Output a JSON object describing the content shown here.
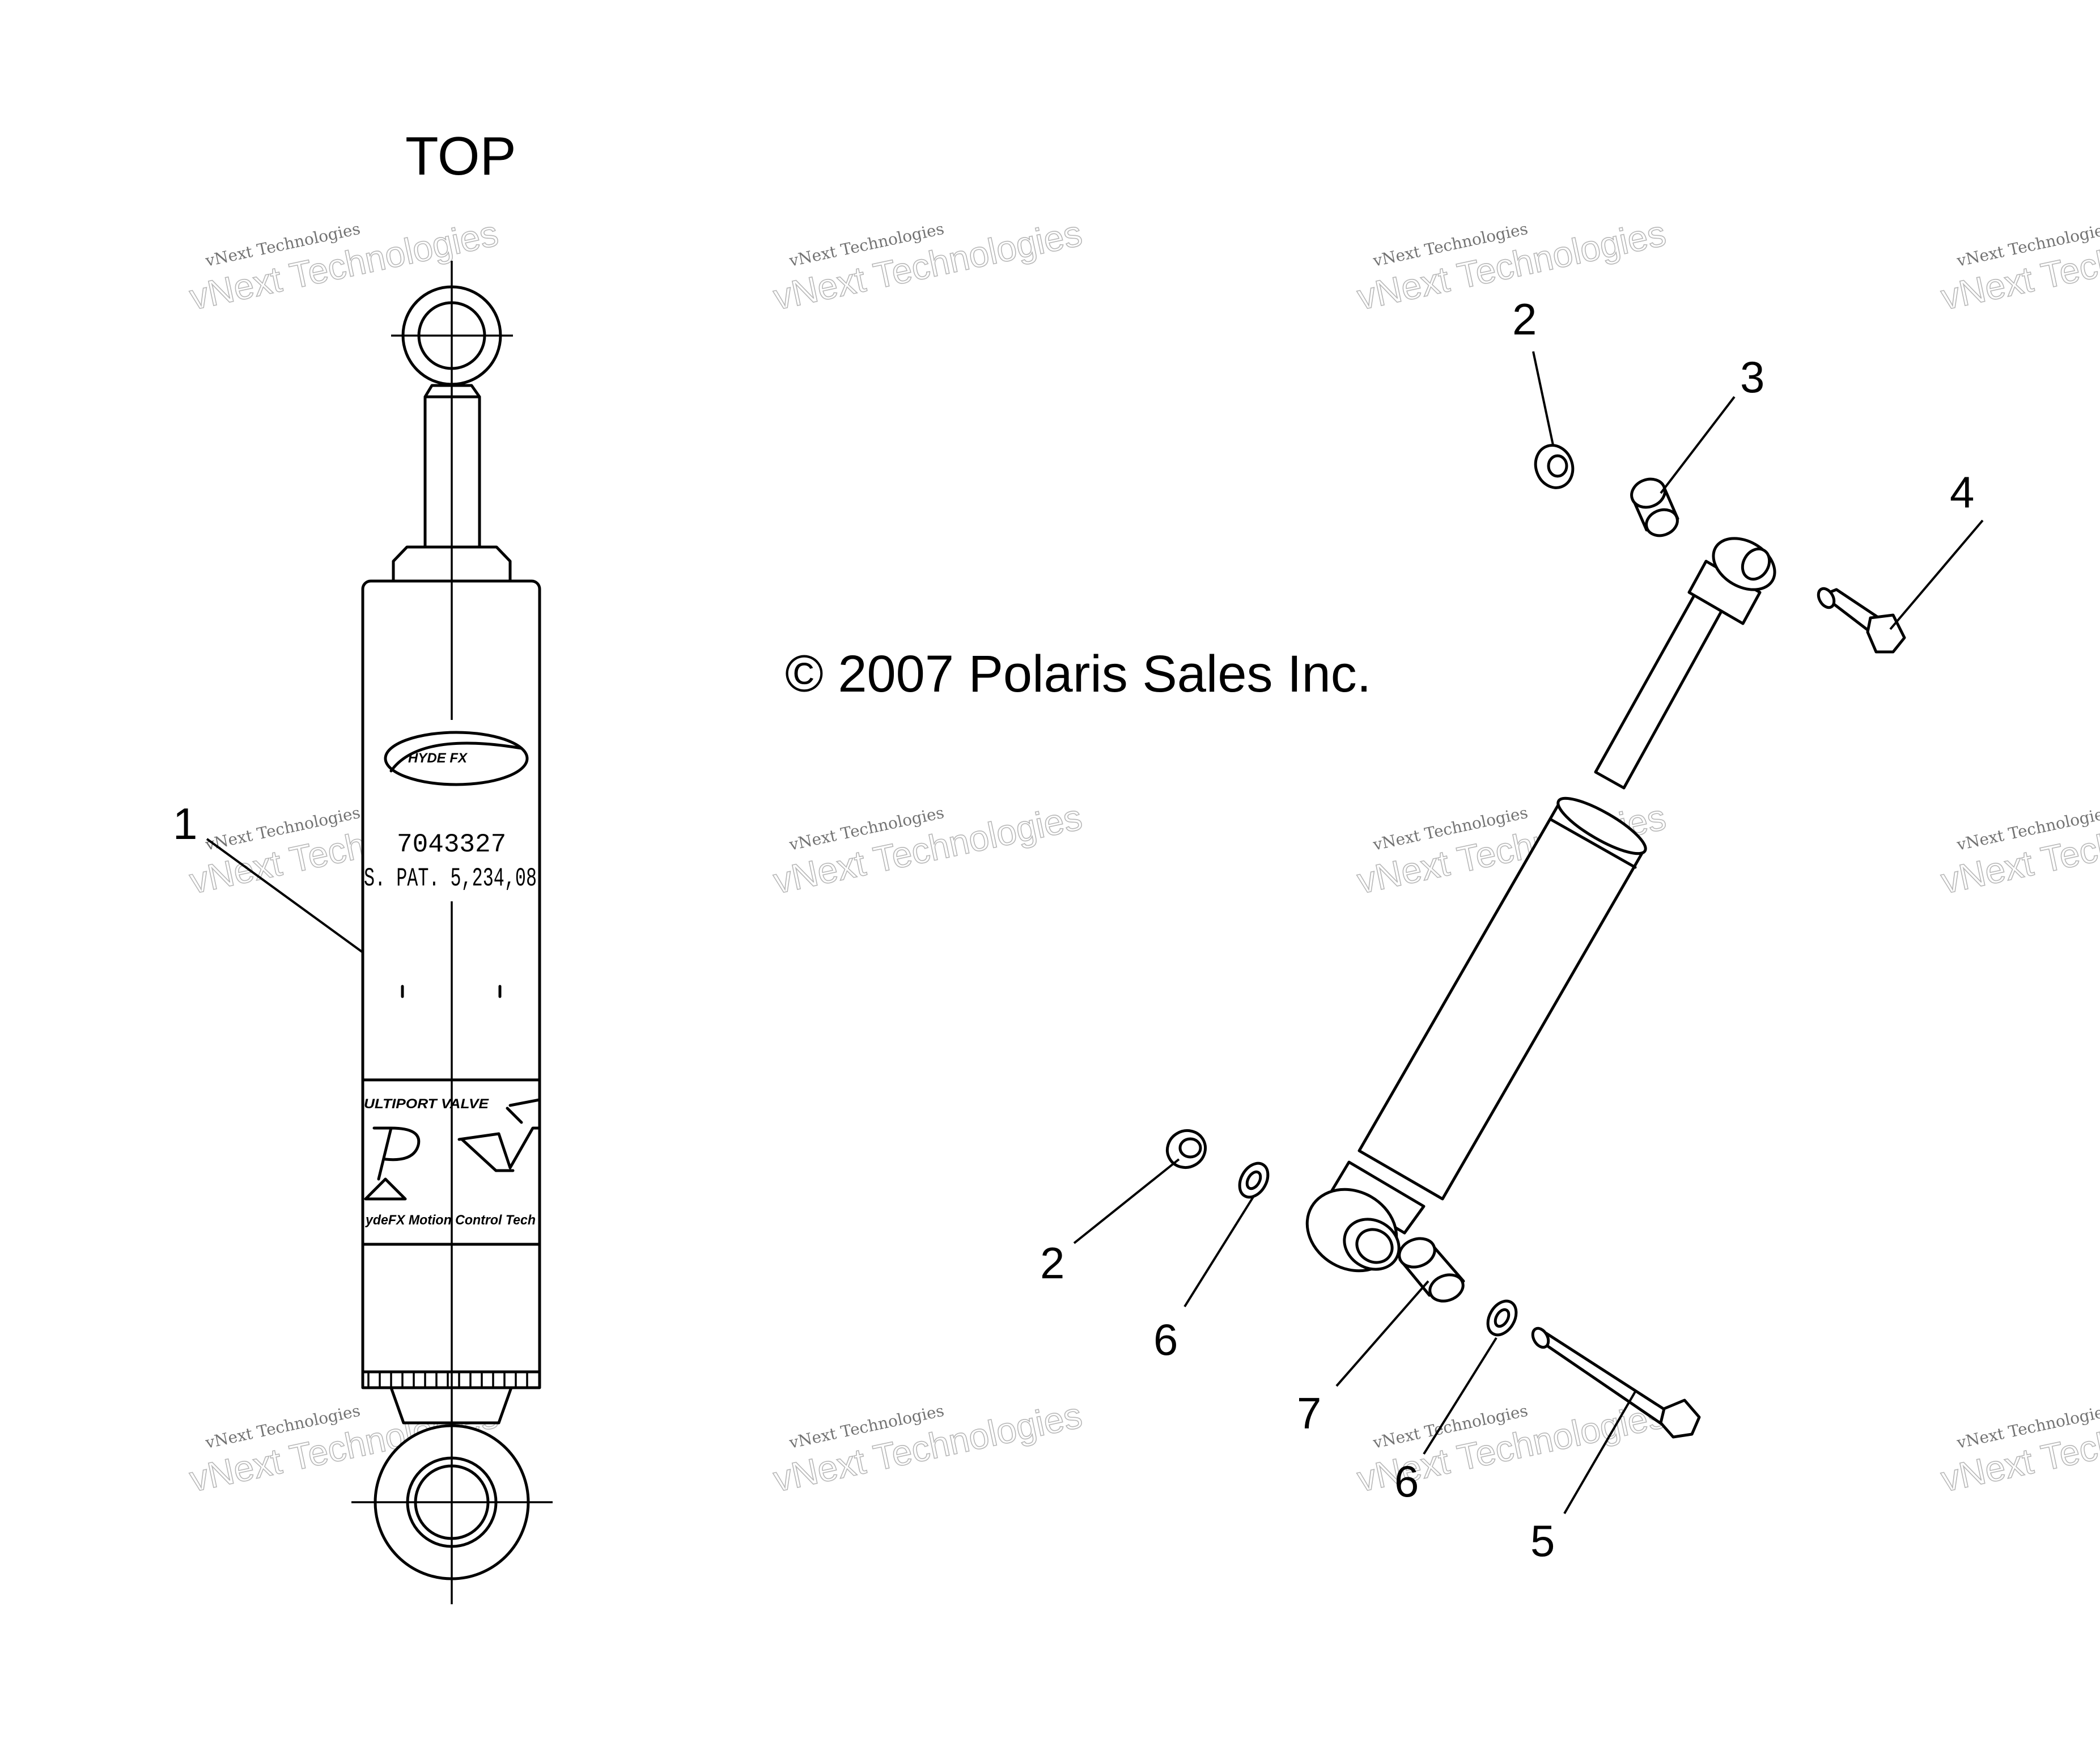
{
  "labels": {
    "top": "TOP",
    "copyright": "© 2007 Polaris Sales Inc.",
    "part_number": "7043327",
    "patent": "S. PAT. 5,234,08",
    "valve_text": "ULTIPORT VALVE",
    "motion_text": "ydeFX Motion Control Tech"
  },
  "watermark": {
    "line1": "vNext Technologies",
    "line2": "vNext Technologies"
  },
  "callouts": [
    {
      "id": "1",
      "text": "1"
    },
    {
      "id": "2a",
      "text": "2"
    },
    {
      "id": "3",
      "text": "3"
    },
    {
      "id": "4",
      "text": "4"
    },
    {
      "id": "2b",
      "text": "2"
    },
    {
      "id": "6a",
      "text": "6"
    },
    {
      "id": "7",
      "text": "7"
    },
    {
      "id": "6b",
      "text": "6"
    },
    {
      "id": "5",
      "text": "5"
    }
  ]
}
